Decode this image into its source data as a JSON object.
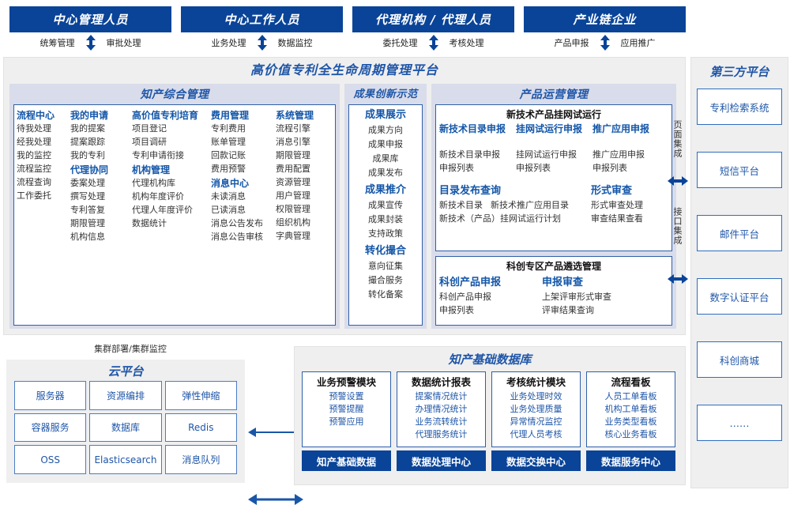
{
  "roles": [
    {
      "title": "中心管理人员",
      "left": "统筹管理",
      "right": "审批处理"
    },
    {
      "title": "中心工作人员",
      "left": "业务处理",
      "right": "数据监控"
    },
    {
      "title": "代理机构 / 代理人员",
      "left": "委托处理",
      "right": "考核处理"
    },
    {
      "title": "产业链企业",
      "left": "产品申报",
      "right": "应用推广"
    }
  ],
  "platform": {
    "title": "高价值专利全生命周期管理平台",
    "panels": {
      "ip_mgmt": {
        "title": "知产综合管理",
        "columns": [
          {
            "groups": [
              {
                "head": "流程中心",
                "items": [
                  "待我处理",
                  "经我处理",
                  "我的监控",
                  "流程监控",
                  "流程查询",
                  "工作委托"
                ]
              }
            ]
          },
          {
            "groups": [
              {
                "head": "我的申请",
                "items": [
                  "我的提案",
                  "提案跟踪",
                  "我的专利"
                ]
              },
              {
                "head": "代理协同",
                "items": [
                  "委案处理",
                  "撰写处理",
                  "专利答复",
                  "期限管理",
                  "机构信息"
                ]
              }
            ]
          },
          {
            "groups": [
              {
                "head": "高价值专利培育",
                "items": [
                  "项目登记",
                  "项目调研",
                  "专利申请衔接"
                ]
              },
              {
                "head": "机构管理",
                "items": [
                  "代理机构库",
                  "机构年度评价",
                  "代理人年度评价",
                  "数据统计"
                ]
              }
            ]
          },
          {
            "groups": [
              {
                "head": "费用管理",
                "items": [
                  "专利费用",
                  "账单管理",
                  "回款记账",
                  "费用预警"
                ]
              },
              {
                "head": "消息中心",
                "items": [
                  "未读消息",
                  "已读消息",
                  "消息公告发布",
                  "消息公告审核"
                ]
              }
            ]
          },
          {
            "groups": [
              {
                "head": "系统管理",
                "items": [
                  "流程引擎",
                  "消息引擎",
                  "期限管理",
                  "费用配置",
                  "资源管理",
                  "用户管理",
                  "权限管理",
                  "组织机构",
                  "字典管理"
                ]
              }
            ]
          }
        ]
      },
      "achievement": {
        "title": "成果创新示范",
        "groups": [
          {
            "head": "成果展示",
            "items": [
              "成果方向",
              "成果申报",
              "成果库",
              "成果发布"
            ]
          },
          {
            "head": "成果推介",
            "items": [
              "成果宣传",
              "成果封装",
              "支持政策"
            ]
          },
          {
            "head": "转化撮合",
            "items": [
              "意向征集",
              "撮合服务",
              "转化备案"
            ]
          }
        ]
      },
      "product_ops": {
        "title": "产品运营管理",
        "box1": {
          "caption": "新技术产品挂网试运行",
          "row1": [
            {
              "head": "新技术目录申报",
              "items": [
                "新技术目录申报",
                "申报列表"
              ]
            },
            {
              "head": "挂网试运行申报",
              "items": [
                "挂网试运行申报",
                "申报列表"
              ]
            },
            {
              "head": "推广应用申报",
              "items": [
                "推广应用申报",
                "申报列表"
              ]
            }
          ],
          "row2_left": {
            "head": "目录发布查询",
            "items": [
              "新技术目录",
              "新技术推广应用目录",
              "新技术（产品）挂网试运行计划"
            ]
          },
          "row2_right": {
            "head": "形式审查",
            "items": [
              "形式审查处理",
              "审查结果查看"
            ]
          }
        },
        "box2": {
          "caption": "科创专区产品遴选管理",
          "cols": [
            {
              "head": "科创产品申报",
              "items": [
                "科创产品申报",
                "申报列表"
              ]
            },
            {
              "head": "申报审查",
              "items": [
                "上架评审形式审查",
                "评审结果查询"
              ]
            }
          ]
        }
      }
    },
    "integration": {
      "page_label": "页面集成",
      "api_label": "接口集成"
    }
  },
  "third_party": {
    "title": "第三方平台",
    "items": [
      "专利检索系统",
      "短信平台",
      "邮件平台",
      "数字认证平台",
      "科创商城",
      "……"
    ]
  },
  "cloud": {
    "deploy_label": "集群部署/集群监控",
    "title": "云平台",
    "cells": [
      "服务器",
      "资源编排",
      "弹性伸缩",
      "容器服务",
      "数据库",
      "Redis",
      "OSS",
      "Elasticsearch",
      "消息队列"
    ]
  },
  "database": {
    "title": "知产基础数据库",
    "columns": [
      {
        "head": "业务预警模块",
        "items": [
          "预警设置",
          "预警提醒",
          "预警应用"
        ],
        "foot": "知产基础数据"
      },
      {
        "head": "数据统计报表",
        "items": [
          "提案情况统计",
          "办理情况统计",
          "业务流转统计",
          "代理服务统计"
        ],
        "foot": "数据处理中心"
      },
      {
        "head": "考核统计模块",
        "items": [
          "业务处理时效",
          "业务处理质量",
          "异常情况监控",
          "代理人员考核"
        ],
        "foot": "数据交换中心"
      },
      {
        "head": "流程看板",
        "items": [
          "人员工单看板",
          "机构工单看板",
          "业务类型看板",
          "核心业务看板"
        ],
        "foot": "数据服务中心"
      }
    ]
  },
  "colors": {
    "brand_blue": "#0a4498",
    "accent_blue": "#1f56a8",
    "panel_bg": "#d9dcea",
    "frame_bg": "#efefef"
  }
}
